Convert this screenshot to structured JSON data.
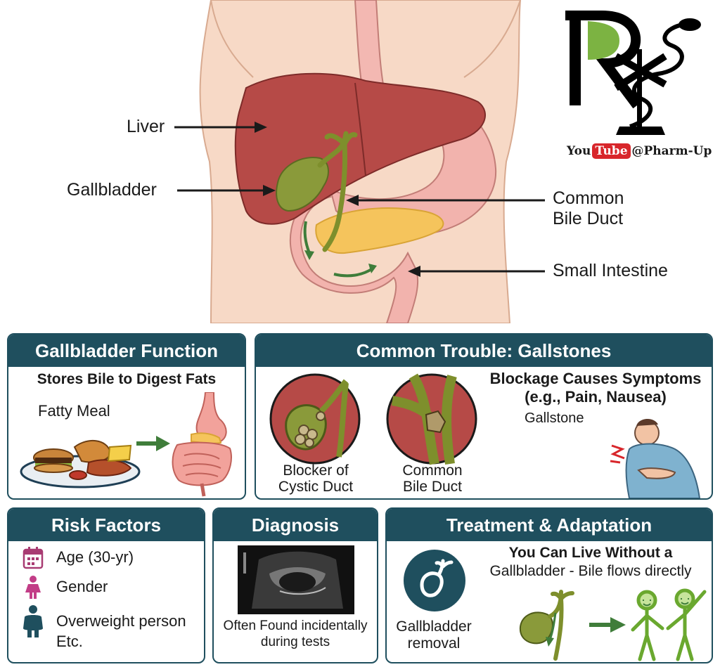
{
  "anatomy": {
    "labels": {
      "liver": "Liver",
      "gallbladder": "Gallbladder",
      "common_bile_duct_line1": "Common",
      "common_bile_duct_line2": "Bile Duct",
      "small_intestine": "Small Intestine"
    }
  },
  "logo": {
    "mark": "Rx",
    "youtube_you": "You",
    "youtube_tube": "Tube",
    "channel": "@Pharm-Up"
  },
  "panels": {
    "function": {
      "title": "Gallbladder Function",
      "subtitle": "Stores Bile to Digest Fats",
      "meal_label": "Fatty Meal"
    },
    "trouble": {
      "title": "Common Trouble: Gallstones",
      "circle1_line1": "Blocker of",
      "circle1_line2": "Cystic Duct",
      "circle2_line1": "Common",
      "circle2_line2": "Bile Duct",
      "symptoms_line1": "Blockage Causes Symptoms",
      "symptoms_line2": "(e.g., Pain, Nausea)",
      "gallstone_label": "Gallstone"
    },
    "risk": {
      "title": "Risk Factors",
      "items": [
        {
          "label": "Age (30-yr)",
          "icon": "calendar-icon"
        },
        {
          "label": "Gender",
          "icon": "female-icon"
        },
        {
          "label": "Overweight person",
          "icon": "overweight-person-icon"
        },
        {
          "label": "Etc.",
          "icon": ""
        }
      ]
    },
    "diagnosis": {
      "title": "Diagnosis",
      "caption_line1": "Often Found incidentally",
      "caption_line2": "during tests"
    },
    "treatment": {
      "title": "Treatment & Adaptation",
      "headline_line1": "You Can Live Without a",
      "headline_line2": "Gallbladder - Bile flows directly",
      "removal_line1": "Gallbladder",
      "removal_line2": "removal"
    }
  },
  "colors": {
    "panel_header": "#1f4f5e",
    "liver": "#b64a47",
    "gallbladder": "#8a9a3a",
    "stomach": "#f2b3ad",
    "skin": "#f7d9c6",
    "arrow_green": "#3f7d3a",
    "person_green": "#8cc63f"
  }
}
